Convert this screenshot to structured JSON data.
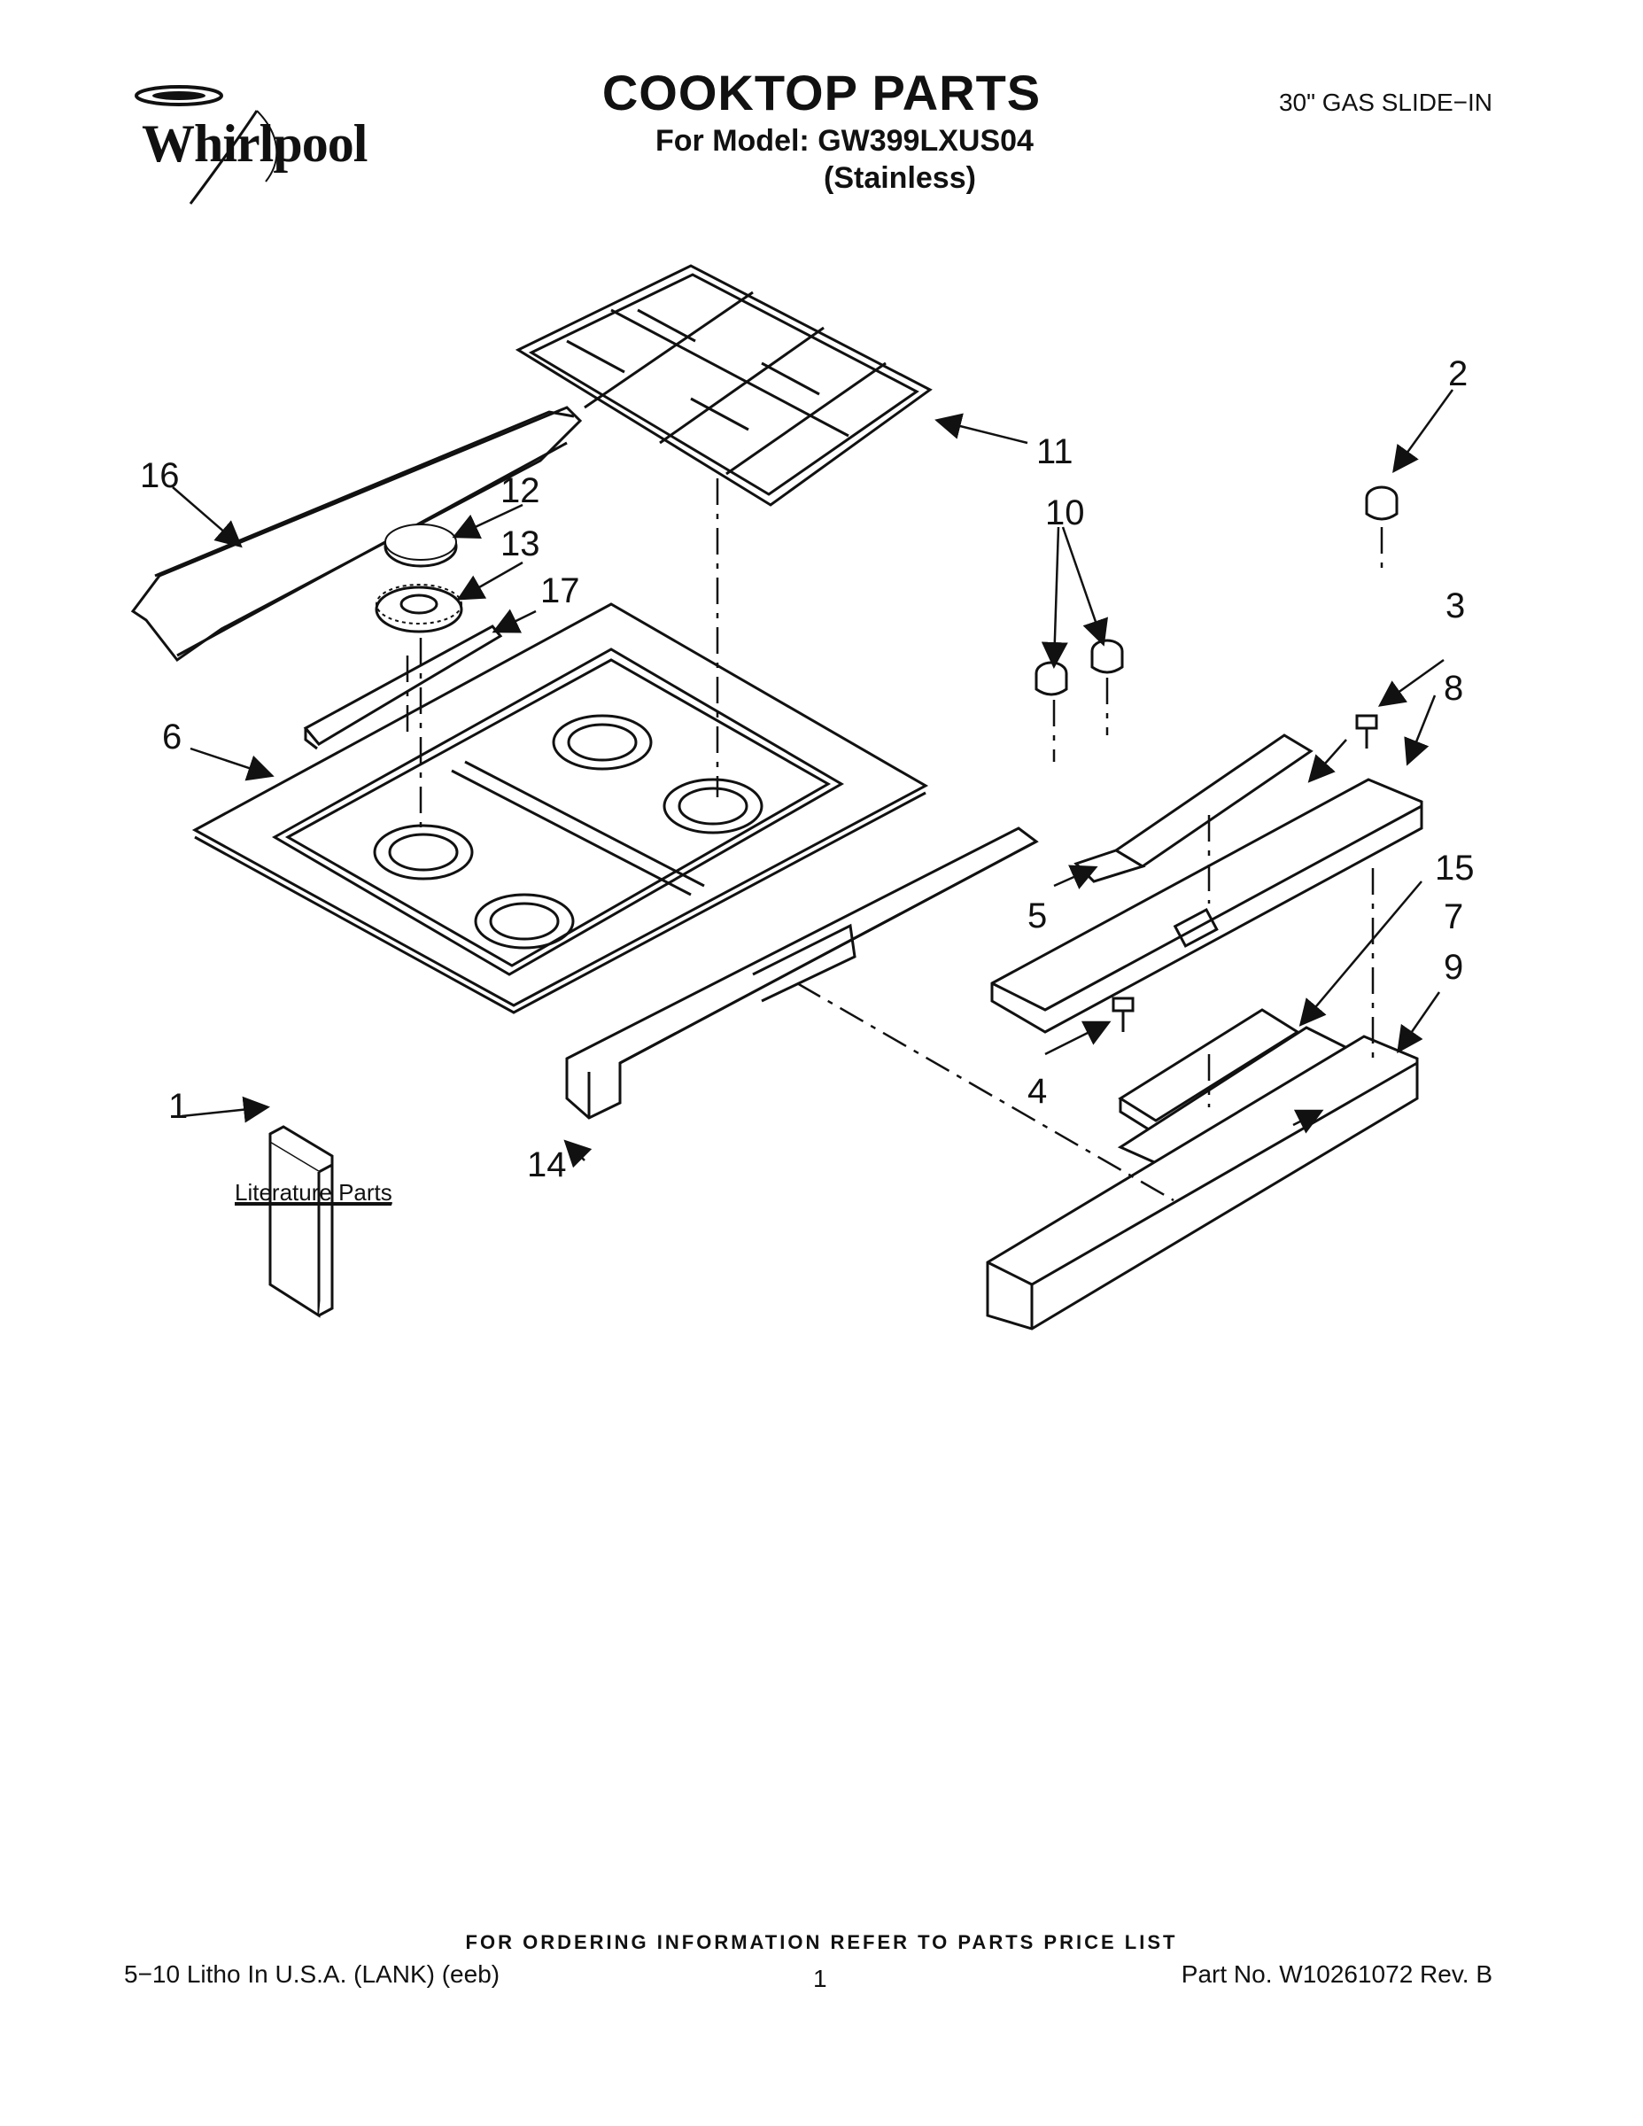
{
  "header": {
    "brand": "Whirlpool",
    "title": "COOKTOP PARTS",
    "model_line": "For Model: GW399LXUS04",
    "finish": "(Stainless)",
    "range_type": "30\" GAS SLIDE−IN"
  },
  "callouts": {
    "c1": "1",
    "c2": "2",
    "c3": "3",
    "c4": "4",
    "c5": "5",
    "c6": "6",
    "c7": "7",
    "c8": "8",
    "c9": "9",
    "c10": "10",
    "c11": "11",
    "c12": "12",
    "c13": "13",
    "c14": "14",
    "c15": "15",
    "c16": "16",
    "c17": "17"
  },
  "literature_label": "Literature Parts",
  "footer": {
    "ordering": "FOR ORDERING INFORMATION REFER TO PARTS PRICE LIST",
    "litho": "5−10 Litho In U.S.A. (LANK) (eeb)",
    "page": "1",
    "part_no": "Part No. W10261072 Rev. B"
  }
}
